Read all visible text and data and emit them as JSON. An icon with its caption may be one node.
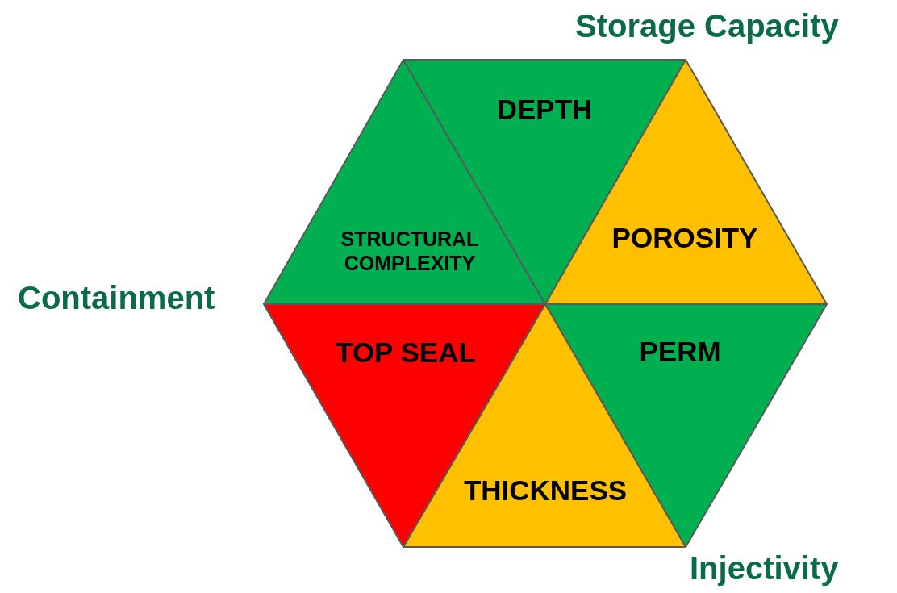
{
  "diagram": {
    "nodes": [
      {
        "text": [
          "STRUCTURAL COMPLEXITY"
        ]
      },
      {
        "text": [
          "DEPTH"
        ]
      },
      {
        "text": [
          "POROSITY"
        ]
      },
      {
        "text": [
          "TOP SEAL"
        ]
      },
      {
        "text": [
          "PERM"
        ]
      },
      {
        "text": [
          "THICKNESS"
        ]
      }
    ],
    "labels": [
      "Storage Capacity",
      "Containment",
      "Injectivity"
    ]
  }
}
